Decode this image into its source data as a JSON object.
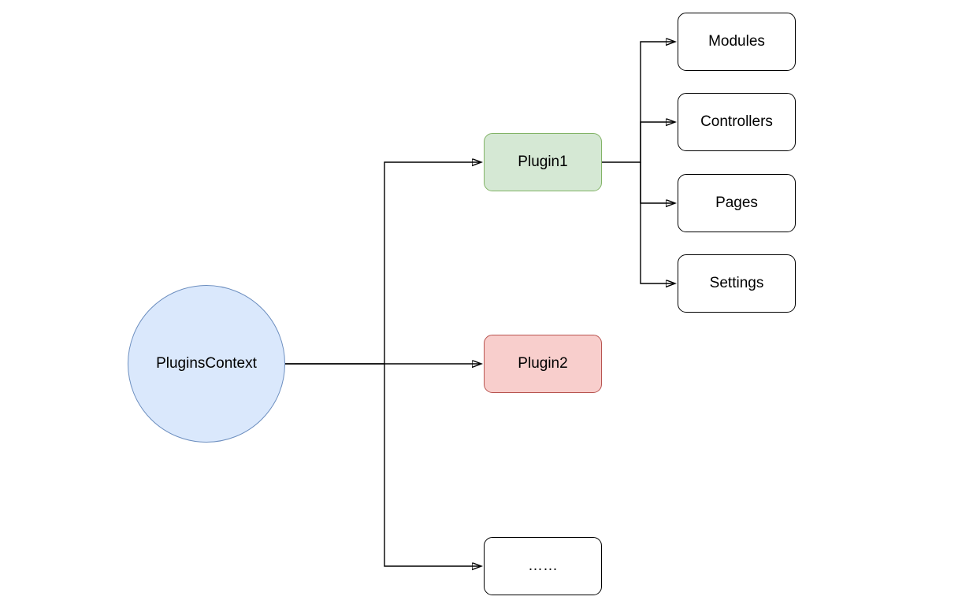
{
  "diagram": {
    "type": "plugin-architecture-tree",
    "edge_color": "#000000",
    "nodes": {
      "plugins_context": {
        "label": "PluginsContext",
        "shape": "ellipse",
        "fill": "#dae8fc",
        "stroke": "#6c8ebf"
      },
      "plugin1": {
        "label": "Plugin1",
        "shape": "rounded-rect",
        "fill": "#d5e8d4",
        "stroke": "#82b366"
      },
      "plugin2": {
        "label": "Plugin2",
        "shape": "rounded-rect",
        "fill": "#f8cecc",
        "stroke": "#b85450"
      },
      "more": {
        "label": "……",
        "shape": "rounded-rect",
        "fill": "#ffffff",
        "stroke": "#000000"
      },
      "modules": {
        "label": "Modules",
        "shape": "rounded-rect",
        "fill": "#ffffff",
        "stroke": "#000000"
      },
      "controllers": {
        "label": "Controllers",
        "shape": "rounded-rect",
        "fill": "#ffffff",
        "stroke": "#000000"
      },
      "pages": {
        "label": "Pages",
        "shape": "rounded-rect",
        "fill": "#ffffff",
        "stroke": "#000000"
      },
      "settings": {
        "label": "Settings",
        "shape": "rounded-rect",
        "fill": "#ffffff",
        "stroke": "#000000"
      }
    },
    "edges": [
      {
        "from": "plugins_context",
        "to": "plugin1"
      },
      {
        "from": "plugins_context",
        "to": "plugin2"
      },
      {
        "from": "plugins_context",
        "to": "more"
      },
      {
        "from": "plugin1",
        "to": "modules"
      },
      {
        "from": "plugin1",
        "to": "controllers"
      },
      {
        "from": "plugin1",
        "to": "pages"
      },
      {
        "from": "plugin1",
        "to": "settings"
      }
    ]
  }
}
